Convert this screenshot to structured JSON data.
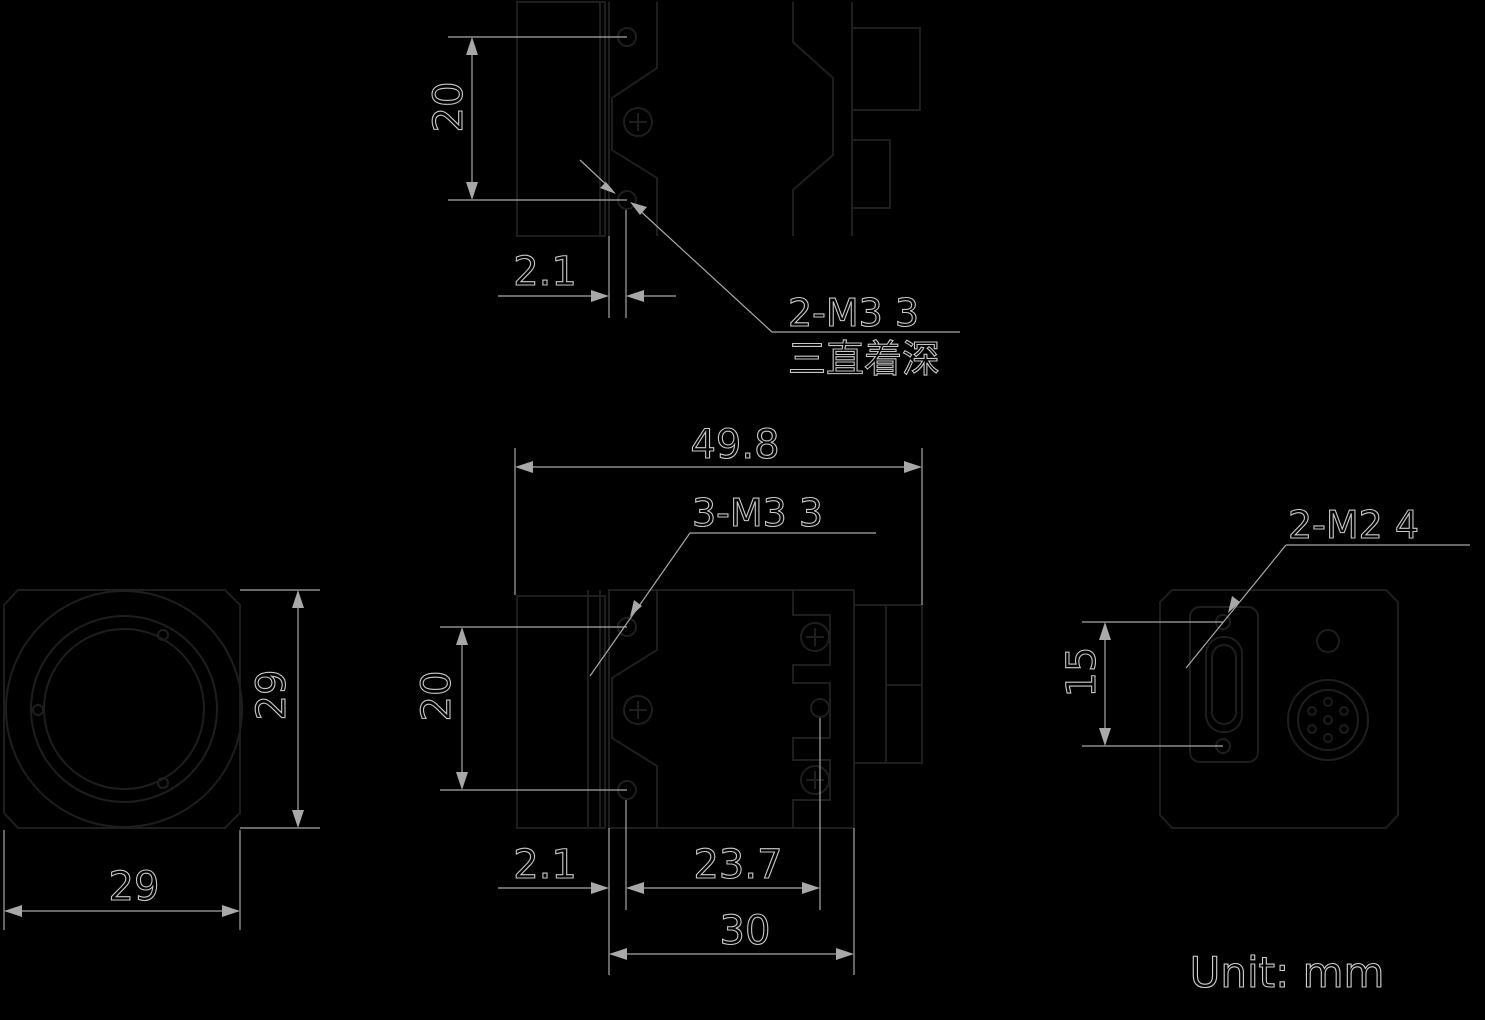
{
  "top_view": {
    "dim_height": "20",
    "dim_offset": "2.1",
    "note_thread": "2-M3   3",
    "note_cn": "三直着深"
  },
  "side_view": {
    "dim_length": "49.8",
    "note_thread": "3-M3   3",
    "dim_height": "20",
    "dim_offset": "2.1",
    "dim_spacing": "23.7",
    "dim_width": "30"
  },
  "front_view": {
    "dim_height": "29",
    "dim_width": "29"
  },
  "rear_view": {
    "note_thread": "2-M2   4",
    "dim_spacing": "15"
  },
  "footer": {
    "unit_label": "Unit: mm"
  },
  "colors": {
    "background": "#000000",
    "outline": "#1e1e1e",
    "dimension": "#a8a8a8",
    "text": "#c8c8c8"
  }
}
